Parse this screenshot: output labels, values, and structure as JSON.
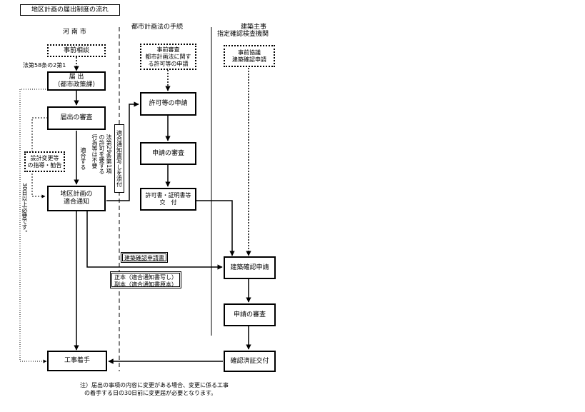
{
  "title": "地区計画の届出制度の流れ",
  "columns": {
    "city": "河 南 市",
    "urban": "都市計画法の手続",
    "building": [
      "建築主事",
      "指定確認検査機関"
    ]
  },
  "nodes": {
    "prior_consult": "事前相談",
    "law_note": "法第58条の2第1",
    "notification": [
      "届 出",
      "（都市政策課）"
    ],
    "review_notification": "届出の審査",
    "design_change": [
      "設計変更等",
      "の指導・勧告"
    ],
    "conformity_notice": [
      "地区計画の",
      "適合通知"
    ],
    "prior_review": [
      "事前審査",
      "都市計画法に関す",
      "る許可等の申請"
    ],
    "permit_application": "許可等の申請",
    "review_application1": "申請の審査",
    "permit_issue": [
      "許可書・証明書等",
      "交　付"
    ],
    "prior_meeting": [
      "事前協議",
      "建築確認申請"
    ],
    "building_application": "建築確認申請",
    "review_application2": "申請の審査",
    "certificate_issue": "確認済証交付",
    "construction_start": "工事着手"
  },
  "vertical_labels": {
    "conform": "適合する",
    "law29": [
      "法第29条第1項",
      "の許可を要する",
      "行為等は不要"
    ],
    "attach": "適合通知書写しを添付",
    "thirty_days": "30日以上必要です。"
  },
  "edge_labels": {
    "application_doc": "建築確認申請書",
    "copies": [
      "正本（適合通知書写し）",
      "副本（適合通知書原本）"
    ]
  },
  "footnote": [
    "注）届出の事項の内容に変更がある場合、変更に係る工事",
    "の着手する日の30日前に変更届が必要となります。"
  ]
}
